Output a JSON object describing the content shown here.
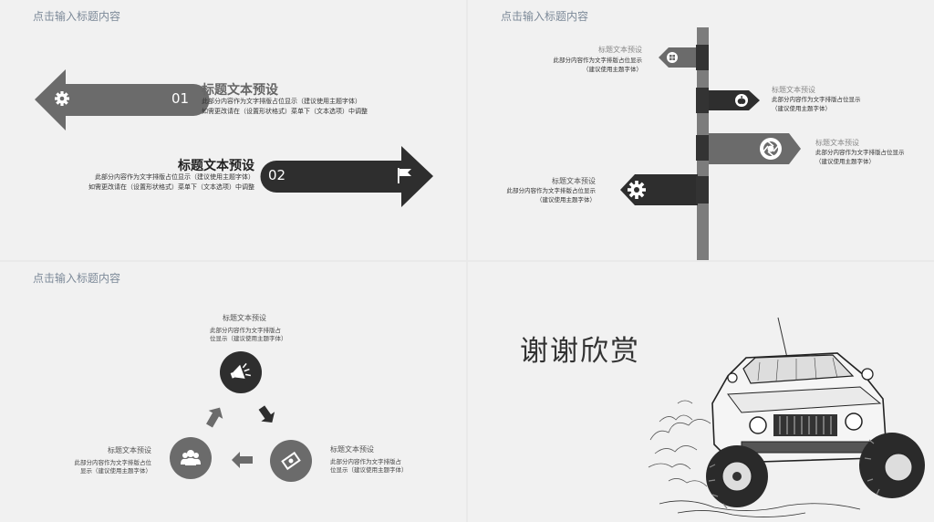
{
  "slides": {
    "s1": {
      "title": "点击输入标题内容",
      "items": [
        {
          "num": "01",
          "heading": "标题文本预设",
          "line1": "此部分内容作为文字排版占位显示（建议使用主题字体）",
          "line2": "如需更改请在（设置形状格式）菜单下（文本选项）中调整"
        },
        {
          "num": "02",
          "heading": "标题文本预设",
          "line1": "此部分内容作为文字排版占位显示（建议使用主题字体）",
          "line2": "如需更改请在（设置形状格式）菜单下（文本选项）中调整"
        }
      ]
    },
    "s2": {
      "title": "点击输入标题内容",
      "signs": [
        {
          "heading": "标题文本预设",
          "line1": "此部分内容作为文字排版占位显示",
          "line2": "（建议使用主题字体）",
          "icon": "windows-icon"
        },
        {
          "heading": "标题文本预设",
          "line1": "此部分内容作为文字排版占位显示",
          "line2": "（建议使用主题字体）",
          "icon": "apple-icon"
        },
        {
          "heading": "标题文本预设",
          "line1": "此部分内容作为文字排版占位显示",
          "line2": "（建议使用主题字体）",
          "icon": "aperture-icon"
        },
        {
          "heading": "标题文本预设",
          "line1": "此部分内容作为文字排版占位显示",
          "line2": "（建议使用主题字体）",
          "icon": "gear-icon"
        }
      ]
    },
    "s3": {
      "title": "点击输入标题内容",
      "nodes": [
        {
          "heading": "标题文本预设",
          "line1": "此部分内容作为文字排版占",
          "line2": "位显示（建议使用主题字体）",
          "icon": "megaphone-icon"
        },
        {
          "heading": "标题文本预设",
          "line1": "此部分内容作为文字排版占",
          "line2": "位显示（建议使用主题字体）",
          "icon": "money-icon"
        },
        {
          "heading": "标题文本预设",
          "line1": "此部分内容作为文字排版占位",
          "line2": "显示（建议使用主题字体）",
          "icon": "users-icon"
        }
      ]
    },
    "s4": {
      "thanks": "谢谢欣赏",
      "illustration": "offroad-jeep-sketch"
    }
  },
  "colors": {
    "dark": "#2e2e2e",
    "mid": "#6b6b6b",
    "pole": "#7c7c7c",
    "title": "#7d8a99"
  }
}
